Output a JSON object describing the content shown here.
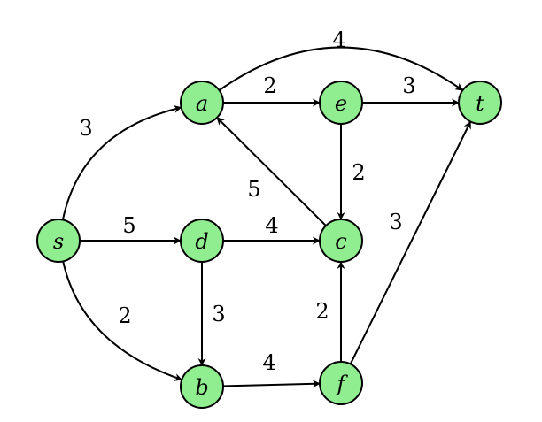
{
  "graph": {
    "nodes": [
      {
        "id": "s",
        "label": "s"
      },
      {
        "id": "a",
        "label": "a"
      },
      {
        "id": "d",
        "label": "d"
      },
      {
        "id": "b",
        "label": "b"
      },
      {
        "id": "e",
        "label": "e"
      },
      {
        "id": "c",
        "label": "c"
      },
      {
        "id": "f",
        "label": "f"
      },
      {
        "id": "t",
        "label": "t"
      }
    ],
    "edges": [
      {
        "from": "s",
        "to": "a",
        "weight": "3"
      },
      {
        "from": "s",
        "to": "d",
        "weight": "5"
      },
      {
        "from": "s",
        "to": "b",
        "weight": "2"
      },
      {
        "from": "a",
        "to": "e",
        "weight": "2"
      },
      {
        "from": "a",
        "to": "t",
        "weight": "4"
      },
      {
        "from": "e",
        "to": "t",
        "weight": "3"
      },
      {
        "from": "e",
        "to": "c",
        "weight": "2"
      },
      {
        "from": "c",
        "to": "a",
        "weight": "5"
      },
      {
        "from": "d",
        "to": "c",
        "weight": "4"
      },
      {
        "from": "d",
        "to": "b",
        "weight": "3"
      },
      {
        "from": "b",
        "to": "f",
        "weight": "4"
      },
      {
        "from": "f",
        "to": "c",
        "weight": "2"
      },
      {
        "from": "f",
        "to": "t",
        "weight": "3"
      }
    ]
  }
}
